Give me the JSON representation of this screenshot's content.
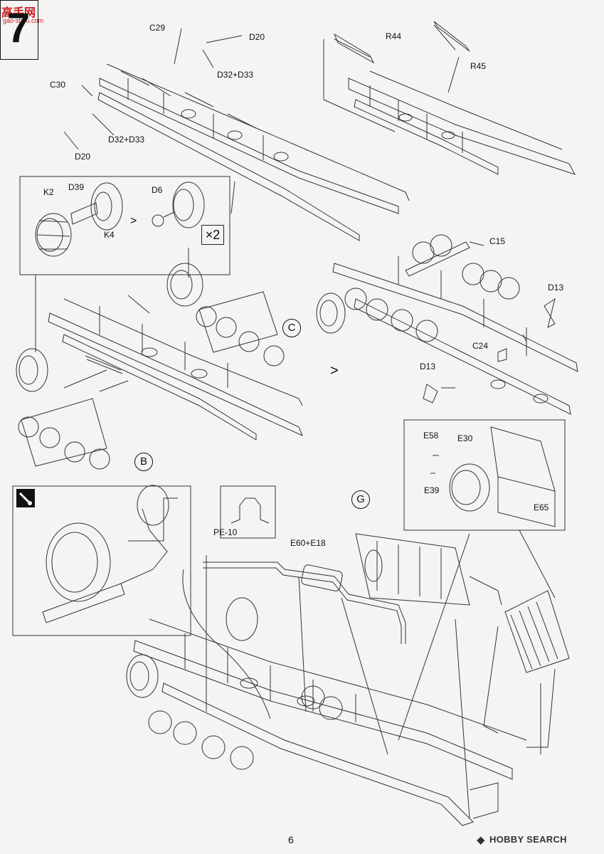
{
  "watermark": {
    "title": "高手网",
    "sub": "gao-shou.com"
  },
  "step": "7",
  "labels": {
    "c29": "C29",
    "d20_top": "D20",
    "d32_d33_top": "D32+D33",
    "c30": "C30",
    "d32_d33_left": "D32+D33",
    "d20_left": "D20",
    "r44": "R44",
    "r45": "R45",
    "k2": "K2",
    "d39": "D39",
    "d6": "D6",
    "k4": "K4",
    "times2": "×2",
    "c15": "C15",
    "d13_right": "D13",
    "c24": "C24",
    "d13_bottom": "D13",
    "e58": "E58",
    "e30": "E30",
    "e39": "E39",
    "e65": "E65",
    "pe10": "PE-10",
    "e60_e18": "E60+E18"
  },
  "markers": {
    "c": "C",
    "b": "B",
    "g": "G"
  },
  "arrows": {
    "wheel_seq": ">",
    "assembly_seq": ">"
  },
  "footer": {
    "page": "6",
    "brand_mark": "◆",
    "brand": "HOBBY SEARCH"
  },
  "icons": [
    "glue-icon"
  ]
}
